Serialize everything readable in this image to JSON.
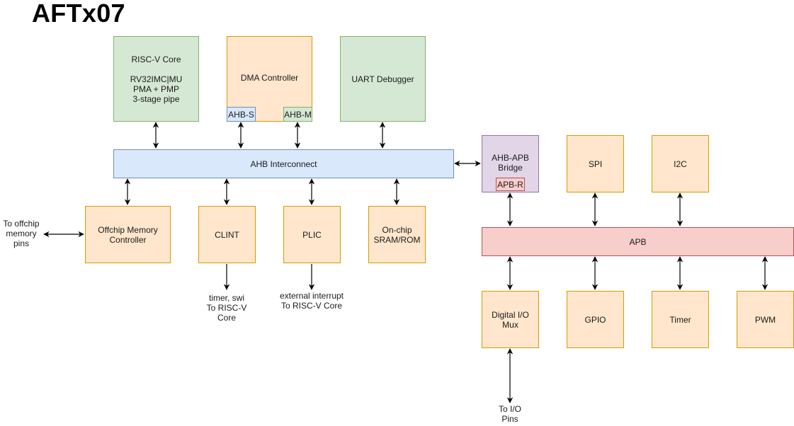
{
  "title": "AFTx07",
  "blocks": {
    "riscv_core": "RISC-V Core\n\nRV32IMC|MU\nPMA + PMP\n3-stage pipe",
    "dma_controller": "DMA Controller",
    "dma_ahb_s": "AHB-S",
    "dma_ahb_m": "AHB-M",
    "uart_debugger": "UART Debugger",
    "ahb_interconnect": "AHB Interconnect",
    "offchip_memory_controller": "Offchip Memory\nController",
    "clint": "CLINT",
    "plic": "PLIC",
    "onchip_sram_rom": "On-chip\nSRAM/ROM",
    "ahb_apb_bridge": "AHB-APB\nBridge",
    "bridge_apb_r": "APB-R",
    "spi": "SPI",
    "i2c": "I2C",
    "apb": "APB",
    "digital_io_mux": "Digital I/O\nMux",
    "gpio": "GPIO",
    "timer": "Timer",
    "pwm": "PWM"
  },
  "annotations": {
    "offchip_pins": "To offchip\nmemory\npins",
    "clint_out": "timer, swi\nTo RISC-V\nCore",
    "plic_out": "external interrupt\nTo RISC-V Core",
    "io_pins": "To I/O\nPins"
  },
  "colors": {
    "green_fill": "#d5e8d4",
    "green_stroke": "#82b366",
    "orange_fill": "#ffe6cc",
    "orange_stroke": "#d79b00",
    "blue_fill": "#dae8fc",
    "blue_stroke": "#6c8ebf",
    "purple_fill": "#e1d5e7",
    "purple_stroke": "#9673a6",
    "red_fill": "#f8cecc",
    "red_stroke": "#b85450"
  }
}
